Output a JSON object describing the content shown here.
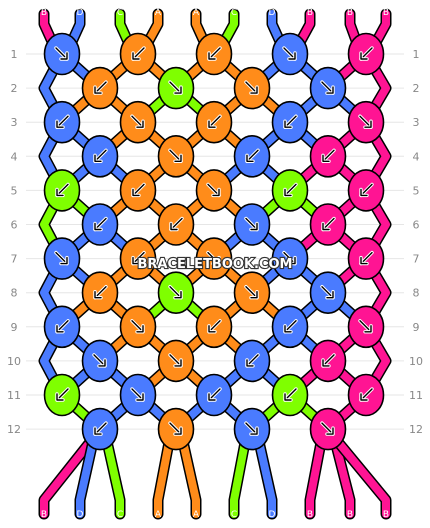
{
  "colors": {
    "B": "#ff1493",
    "D": "#4a7bff",
    "C": "#7fff00",
    "A": "#ff8c1a"
  },
  "top_strings": [
    "B",
    "D",
    "C",
    "A",
    "A",
    "C",
    "D",
    "B",
    "B",
    "B"
  ],
  "bottom_strings": [
    "B",
    "D",
    "C",
    "A",
    "A",
    "C",
    "D",
    "B",
    "B",
    "B"
  ],
  "row_labels": [
    "1",
    "2",
    "3",
    "4",
    "5",
    "6",
    "7",
    "8",
    "9",
    "10",
    "11",
    "12"
  ],
  "rows": [
    [
      {
        "c": "D",
        "d": "se"
      },
      {
        "c": "A",
        "d": "sw"
      },
      {
        "c": "A",
        "d": "sw"
      },
      {
        "c": "D",
        "d": "se"
      },
      {
        "c": "B",
        "d": "sw"
      }
    ],
    [
      {
        "c": "A",
        "d": "sw"
      },
      {
        "c": "C",
        "d": "se"
      },
      {
        "c": "A",
        "d": "se"
      },
      {
        "c": "D",
        "d": "se"
      }
    ],
    [
      {
        "c": "D",
        "d": "sw"
      },
      {
        "c": "A",
        "d": "se"
      },
      {
        "c": "A",
        "d": "sw"
      },
      {
        "c": "D",
        "d": "sw"
      },
      {
        "c": "B",
        "d": "se"
      }
    ],
    [
      {
        "c": "D",
        "d": "sw"
      },
      {
        "c": "A",
        "d": "se"
      },
      {
        "c": "D",
        "d": "sw"
      },
      {
        "c": "B",
        "d": "sw"
      }
    ],
    [
      {
        "c": "C",
        "d": "sw"
      },
      {
        "c": "A",
        "d": "sw"
      },
      {
        "c": "A",
        "d": "se"
      },
      {
        "c": "C",
        "d": "sw"
      },
      {
        "c": "B",
        "d": "sw"
      }
    ],
    [
      {
        "c": "D",
        "d": "sw"
      },
      {
        "c": "A",
        "d": "sw"
      },
      {
        "c": "D",
        "d": "se"
      },
      {
        "c": "B",
        "d": "sw"
      }
    ],
    [
      {
        "c": "D",
        "d": "se"
      },
      {
        "c": "A",
        "d": "sw"
      },
      {
        "c": "A",
        "d": "se"
      },
      {
        "c": "D",
        "d": "se"
      },
      {
        "c": "B",
        "d": "sw"
      }
    ],
    [
      {
        "c": "A",
        "d": "sw"
      },
      {
        "c": "C",
        "d": "se"
      },
      {
        "c": "A",
        "d": "se"
      },
      {
        "c": "D",
        "d": "se"
      }
    ],
    [
      {
        "c": "D",
        "d": "sw"
      },
      {
        "c": "A",
        "d": "se"
      },
      {
        "c": "A",
        "d": "sw"
      },
      {
        "c": "D",
        "d": "sw"
      },
      {
        "c": "B",
        "d": "se"
      }
    ],
    [
      {
        "c": "D",
        "d": "se"
      },
      {
        "c": "A",
        "d": "se"
      },
      {
        "c": "D",
        "d": "sw"
      },
      {
        "c": "B",
        "d": "sw"
      }
    ],
    [
      {
        "c": "C",
        "d": "sw"
      },
      {
        "c": "D",
        "d": "se"
      },
      {
        "c": "D",
        "d": "sw"
      },
      {
        "c": "C",
        "d": "sw"
      },
      {
        "c": "B",
        "d": "sw"
      }
    ],
    [
      {
        "c": "D",
        "d": "sw"
      },
      {
        "c": "A",
        "d": "se"
      },
      {
        "c": "D",
        "d": "se"
      },
      {
        "c": "B",
        "d": "se"
      }
    ]
  ],
  "watermark": "BRACELETBOOK.COM"
}
